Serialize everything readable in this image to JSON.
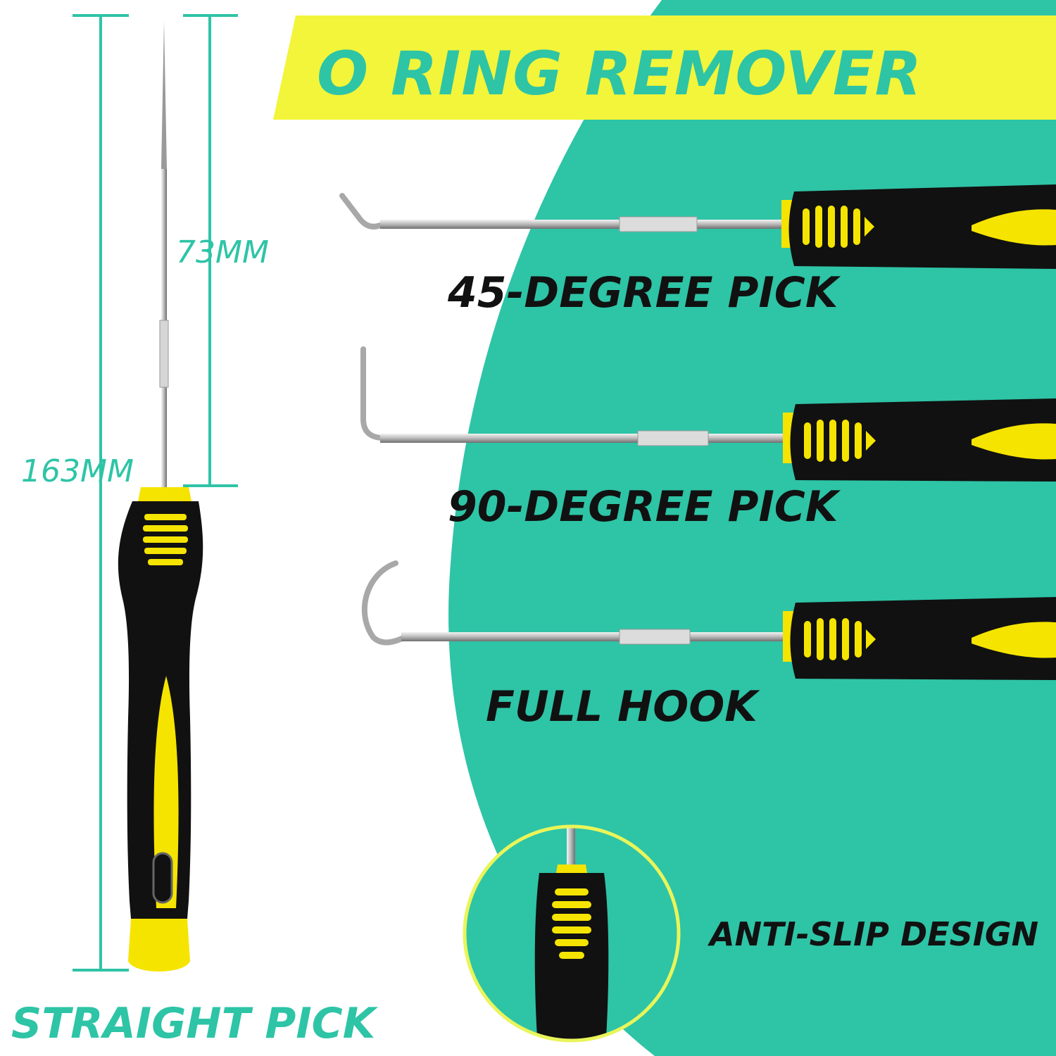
{
  "banner": {
    "title": "O RING REMOVER"
  },
  "dimensions": {
    "tip_length": "73MM",
    "total_length": "163MM"
  },
  "tools": [
    {
      "name": "45-DEGREE PICK"
    },
    {
      "name": "90-DEGREE PICK"
    },
    {
      "name": "FULL HOOK"
    },
    {
      "name": "STRAIGHT PICK"
    }
  ],
  "feature": {
    "label": "ANTI-SLIP DESIGN"
  },
  "colors": {
    "accent_teal": "#2ec4a6",
    "banner_yellow": "#f2f53a",
    "grip_yellow": "#f5e400",
    "handle_black": "#111111"
  }
}
